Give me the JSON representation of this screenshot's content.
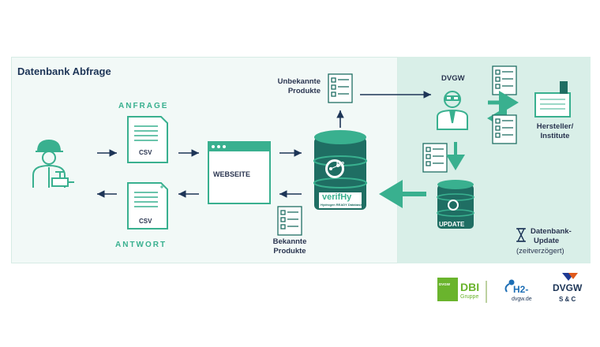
{
  "title": "Datenbank Abfrage",
  "labels": {
    "anfrage": "ANFRAGE",
    "antwort": "ANTWORT",
    "csv_top": "CSV",
    "csv_bottom": "CSV",
    "webseite": "WEBSEITE",
    "unbekannte": "Unbekannte",
    "produkte_top": "Produkte",
    "bekannte": "Bekannte",
    "produkte_bottom": "Produkte",
    "dvgw": "DVGW",
    "hersteller": "Hersteller/",
    "institute": "Institute",
    "update": "UPDATE",
    "db_update_1": "Datenbank-",
    "db_update_2": "Update",
    "db_update_3": "(zeitverzögert)",
    "h2": "H2",
    "verifhy": "verifHy",
    "verifhy_sub": "Hydrogen READY Database"
  },
  "logos": {
    "dbi_top": "DBI",
    "dbi_sub": "Gruppe",
    "dbi_badge": "DVGW",
    "h2_logo": "H2-",
    "h2_url": "dvgw.de",
    "dvgw_logo": "DVGW",
    "dvgw_sub": "S & C"
  },
  "colors": {
    "accent": "#39b08f",
    "navy": "#1d3557",
    "teal_dark": "#1f6e63",
    "panel_right": "#d9efe8"
  }
}
